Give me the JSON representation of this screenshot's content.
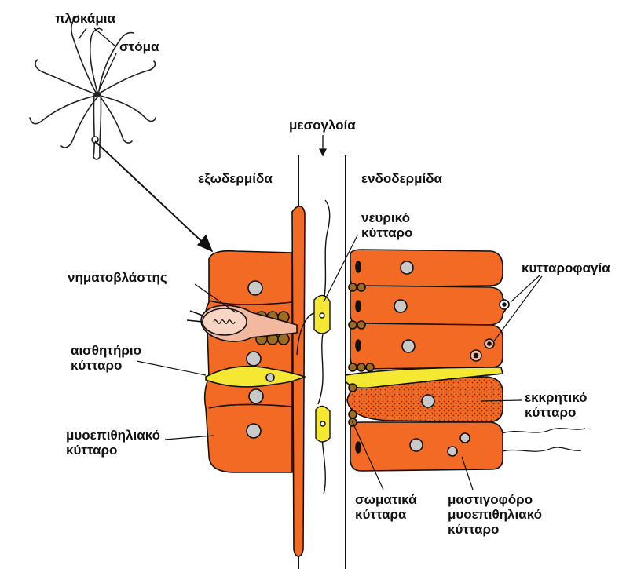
{
  "labels": {
    "tentacles": "πλοκάμια",
    "mouth": "στόμα",
    "mesoglea": "μεσογλοία",
    "ectoderm": "εξωδερμίδα",
    "endoderm": "ενδοδερμίδα",
    "nerve_cell_1": "νευρικό",
    "nerve_cell_2": "κύτταρο",
    "nematoblast": "νηματοβλάστης",
    "phagocytosis": "κυτταροφαγία",
    "sensory_cell_1": "αισθητήριο",
    "sensory_cell_2": "κύτταρο",
    "secretory_cell_1": "εκκρητικό",
    "secretory_cell_2": "κύτταρο",
    "myoepithelial_cell_1": "μυοεπιθηλιακό",
    "myoepithelial_cell_2": "κύτταρο",
    "somatic_cells_1": "σωματικά",
    "somatic_cells_2": "κύτταρα",
    "flagellated_1": "μαστιγοφόρο",
    "flagellated_2": "μυοεπιθηλιακό",
    "flagellated_3": "κύτταρο"
  },
  "colors": {
    "cell_orange": "#f26a24",
    "nucleus_gray": "#c9c9c9",
    "sensory_yellow": "#f5e833",
    "nematoblast_pink": "#f2b9a0",
    "interstitial_brown": "#9c6b1f",
    "line_black": "#111111"
  }
}
